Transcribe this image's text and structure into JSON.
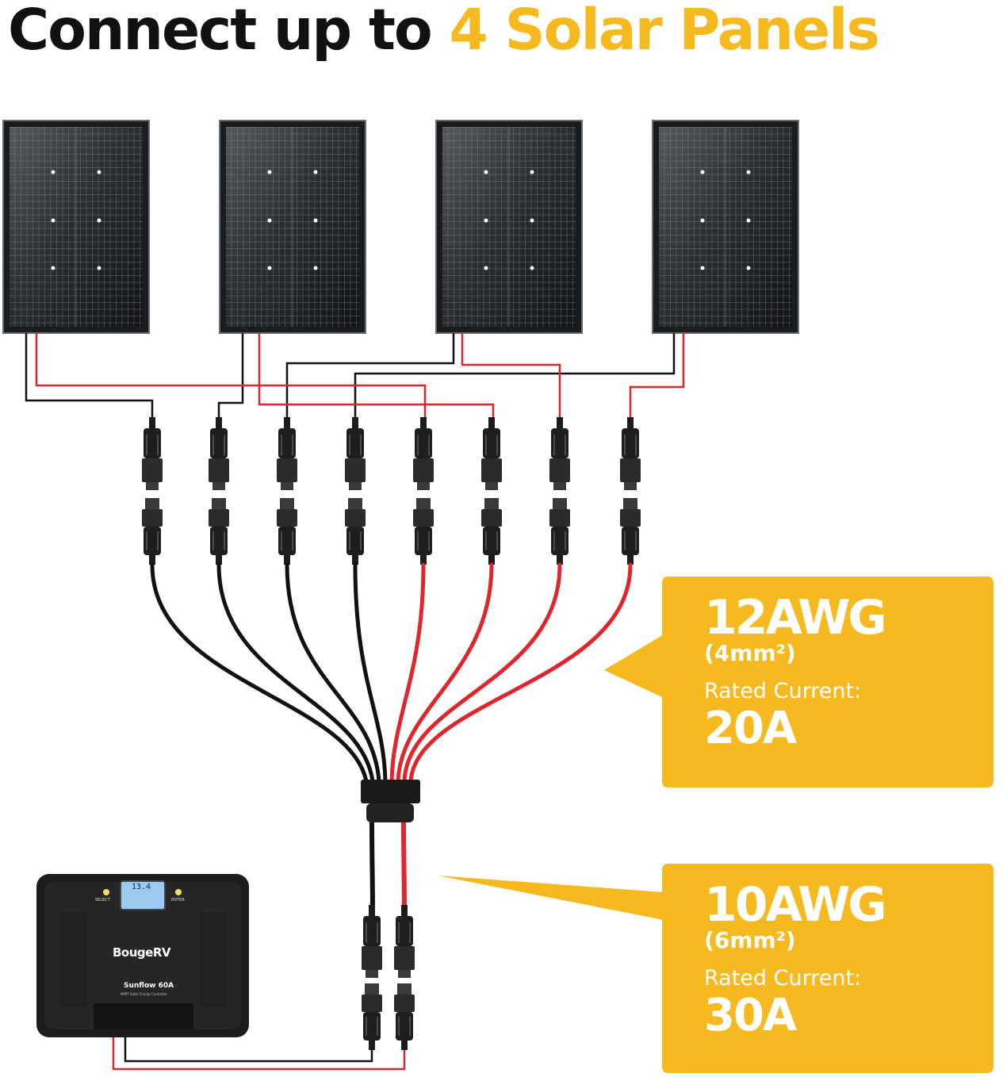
{
  "headline": {
    "text_before": "Connect up to ",
    "text_highlight": "4 Solar Panels",
    "highlight_color": "#f6b91f"
  },
  "specs": [
    {
      "gauge": "12AWG",
      "cross_section": "(4mm²)",
      "rated_label": "Rated Current:",
      "rated_value": "20A"
    },
    {
      "gauge": "10AWG",
      "cross_section": "(6mm²)",
      "rated_label": "Rated Current:",
      "rated_value": "30A"
    }
  ],
  "controller": {
    "brand": "BougeRV",
    "model": "Sunflow 60A",
    "subtitle": "MPPT Solar Charge Controller",
    "lcd_value": "13.4",
    "button_left": "SELECT",
    "button_right": "ENTER"
  },
  "colors": {
    "accent": "#f6b91f",
    "wire_positive": "#e0262c",
    "wire_negative": "#111111"
  }
}
